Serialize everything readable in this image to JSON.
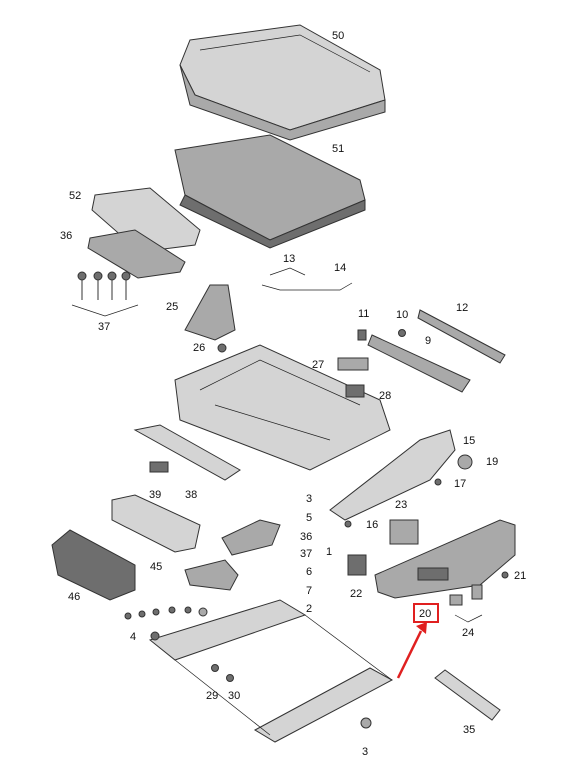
{
  "diagram": {
    "callouts": {
      "c50": "50",
      "c51": "51",
      "c52": "52",
      "c36a": "36",
      "c37a": "37",
      "c13": "13",
      "c14": "14",
      "c25": "25",
      "c26": "26",
      "c11": "11",
      "c10": "10",
      "c12": "12",
      "c9": "9",
      "c27": "27",
      "c28": "28",
      "c15": "15",
      "c19": "19",
      "c17": "17",
      "c39": "39",
      "c38": "38",
      "c3a": "3",
      "c5": "5",
      "c36b": "36",
      "c37b": "37",
      "c1": "1",
      "c6": "6",
      "c7": "7",
      "c2": "2",
      "c16": "16",
      "c23": "23",
      "c22": "22",
      "c21": "21",
      "c20": "20",
      "c24": "24",
      "c45": "45",
      "c46": "46",
      "c4": "4",
      "c29": "29",
      "c30": "30",
      "c35": "35",
      "c3b": "3"
    },
    "highlight_color": "#e02020",
    "part_color": "#6e6e6e"
  }
}
